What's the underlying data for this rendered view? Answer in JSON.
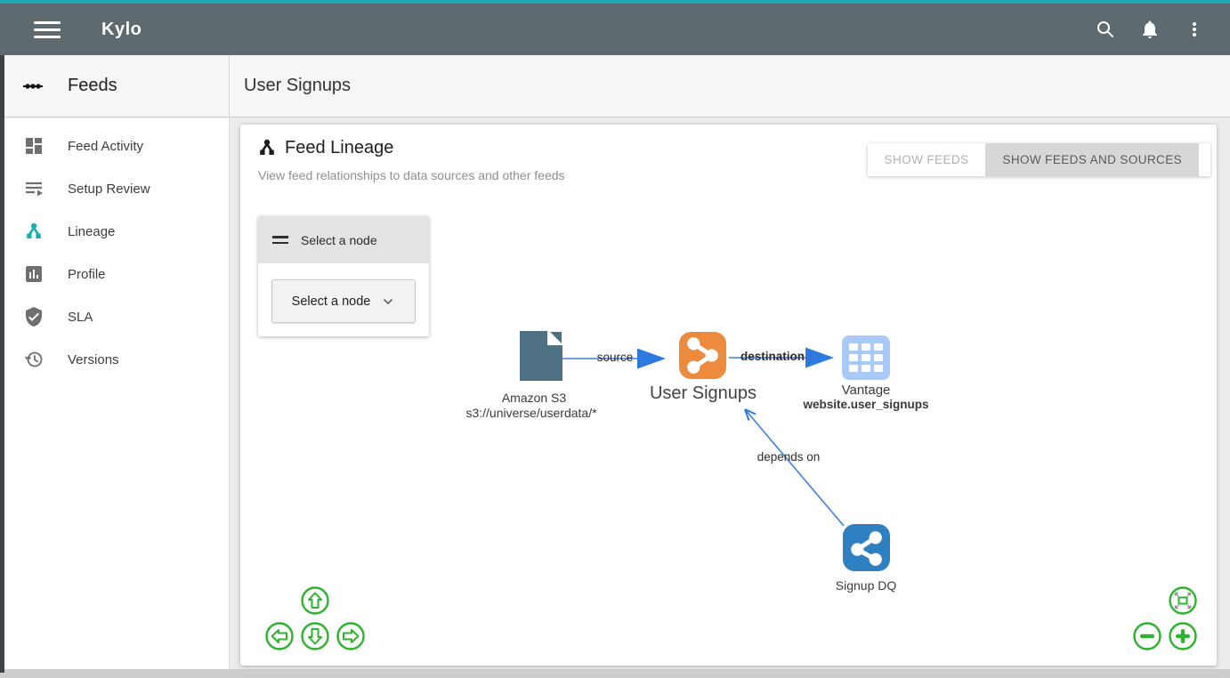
{
  "header": {
    "title": "Kylo"
  },
  "toolbar": {
    "feeds_label": "Feeds",
    "page_title": "User Signups"
  },
  "sidebar": {
    "items": [
      {
        "label": "Feed Activity"
      },
      {
        "label": "Setup Review"
      },
      {
        "label": "Lineage",
        "active": true
      },
      {
        "label": "Profile"
      },
      {
        "label": "SLA"
      },
      {
        "label": "Versions"
      }
    ]
  },
  "lineage": {
    "title": "Feed Lineage",
    "subtitle": "View feed relationships to data sources and other feeds",
    "toggle": {
      "show_feeds": "SHOW FEEDS",
      "show_feeds_and_sources": "SHOW FEEDS AND SOURCES",
      "selected": "SHOW FEEDS AND SOURCES"
    },
    "node_panel": {
      "header": "Select a node",
      "dropdown": "Select a node"
    },
    "nodes": [
      {
        "id": "amazon-s3",
        "type": "datasource-file",
        "label": "Amazon S3",
        "sublabel": "s3://universe/userdata/*",
        "color": "#4e7183"
      },
      {
        "id": "user-signups",
        "type": "feed",
        "label": "User Signups",
        "color": "#ec8b3d"
      },
      {
        "id": "vantage",
        "type": "table",
        "label": "Vantage",
        "sublabel": "website.user_signups",
        "color": "#a9c9f8"
      },
      {
        "id": "signup-dq",
        "type": "feed",
        "label": "Signup DQ",
        "color": "#2e80c1"
      }
    ],
    "edges": [
      {
        "from": "amazon-s3",
        "to": "user-signups",
        "label": "source"
      },
      {
        "from": "user-signups",
        "to": "vantage",
        "label": "destination"
      },
      {
        "from": "signup-dq",
        "to": "user-signups",
        "label": "depends on"
      }
    ]
  },
  "colors": {
    "accent_teal": "#1ba9b7",
    "header_gray": "#5e6a6f",
    "lineage_active_teal": "#14b2ac",
    "edge_blue": "#3f7ee0",
    "control_green": "#2db32d",
    "feed_orange": "#ec8b3d",
    "feed_blue": "#2e80c1",
    "table_lightblue": "#a9c9f8",
    "file_slate": "#4e7183"
  }
}
